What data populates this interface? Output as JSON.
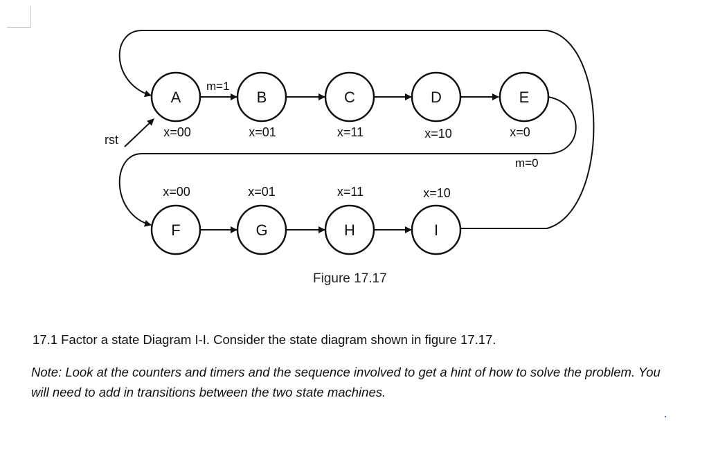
{
  "diagram": {
    "rst_label": "rst",
    "top_states": [
      {
        "name": "A",
        "output": "x=00"
      },
      {
        "name": "B",
        "output": "x=01"
      },
      {
        "name": "C",
        "output": "x=11"
      },
      {
        "name": "D",
        "output": "x=10"
      },
      {
        "name": "E",
        "output": "x=0"
      }
    ],
    "bottom_states": [
      {
        "name": "F",
        "output": "x=00"
      },
      {
        "name": "G",
        "output": "x=01"
      },
      {
        "name": "H",
        "output": "x=11"
      },
      {
        "name": "I",
        "output": "x=10"
      }
    ],
    "transition_labels": {
      "a_to_b": "m=1",
      "e_to_f": "m=0"
    }
  },
  "caption": "Figure 17.17",
  "problem_text": "17.1 Factor a state Diagram I-I. Consider the state diagram shown in figure 17.17.",
  "note_text": "Note: Look at the counters and timers and the sequence involved to get a hint of how to solve the problem. You will need to add in transitions between the two state machines."
}
